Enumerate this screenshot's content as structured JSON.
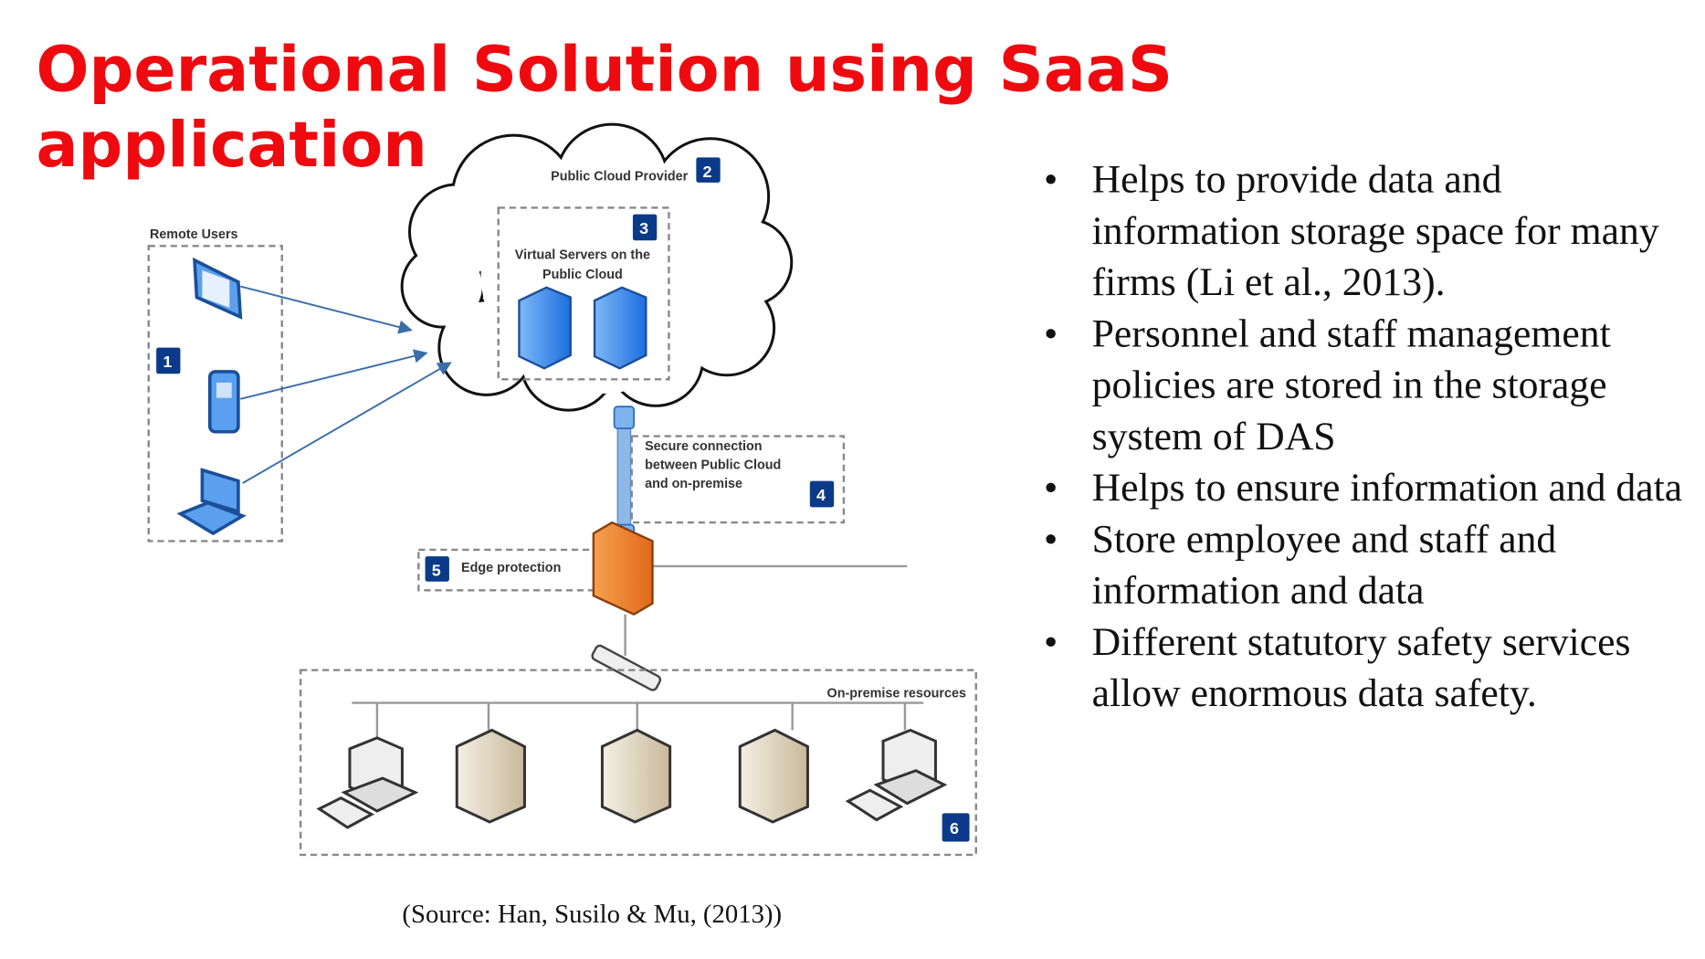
{
  "title": "Operational Solution using SaaS application",
  "bullets": [
    "Helps to provide data and information storage space for many firms (Li et al., 2013).",
    "Personnel and staff management policies are stored in the storage system of DAS",
    "Helps to ensure information and data",
    "Store employee and staff and information and data",
    "Different statutory safety services allow enormous data safety."
  ],
  "bullet_symbol": "•",
  "diagram": {
    "remote_users": "Remote Users",
    "public_cloud_provider": "Public Cloud Provider",
    "virtual_servers_line1": "Virtual Servers on the",
    "virtual_servers_line2": "Public Cloud",
    "secure_line1": "Secure connection",
    "secure_line2": "between Public Cloud",
    "secure_line3": "and on-premise",
    "edge_protection": "Edge protection",
    "on_premise": "On-premise resources",
    "badges": [
      "1",
      "2",
      "3",
      "4",
      "5",
      "6"
    ],
    "colors": {
      "badge": "#0b3a8a",
      "device": "#2b7fe0",
      "firewall": "#f08a30",
      "title": "#ee0a0f"
    }
  },
  "caption": "(Source: Han,  Susilo & Mu, (2013))"
}
